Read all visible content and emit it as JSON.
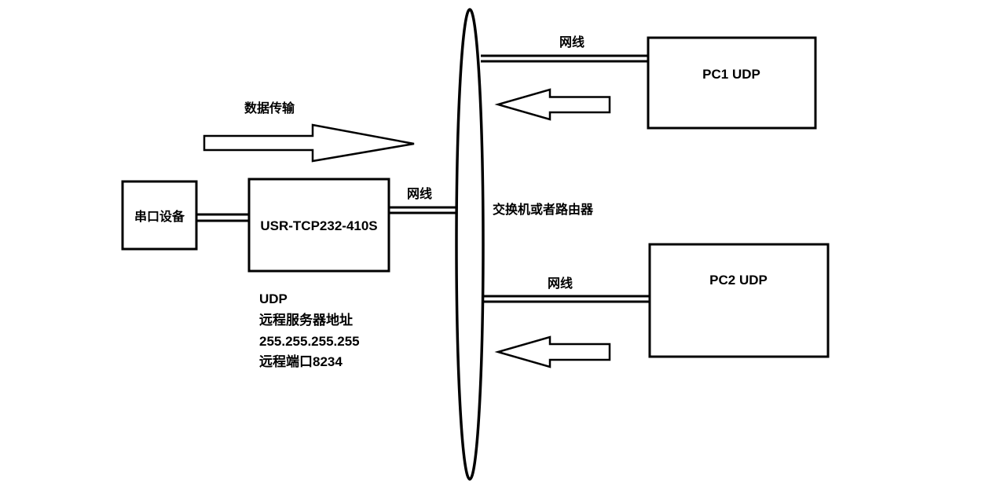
{
  "diagram": {
    "nodes": {
      "serial_device": "串口设备",
      "converter": "USR-TCP232-410S",
      "switch": "交换机或者路由器",
      "pc1": "PC1 UDP",
      "pc2": "PC2 UDP"
    },
    "cables": {
      "converter_to_switch": "网线",
      "switch_to_pc1": "网线",
      "switch_to_pc2": "网线"
    },
    "flow_label": "数据传输",
    "converter_config": {
      "line1": "UDP",
      "line2": "远程服务器地址",
      "line3": "255.255.255.255",
      "line4": "远程端口8234"
    },
    "colors": {
      "stroke": "#000000",
      "background": "#ffffff"
    }
  }
}
